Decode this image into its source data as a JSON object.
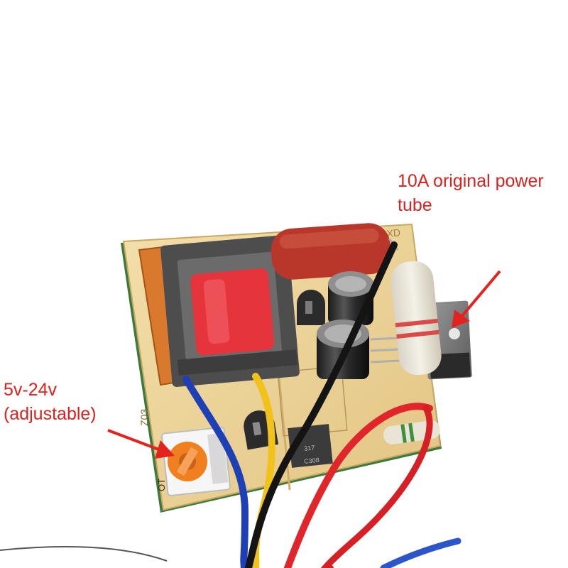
{
  "callouts": {
    "power_tube": {
      "line1": "10A original power",
      "line2": "tube"
    },
    "adjustable": {
      "line1": "5v-24v",
      "line2": "(adjustable)"
    }
  },
  "board_markings": {
    "silkscreen_top": "XD",
    "silkscreen_left": "Z03",
    "silkscreen_bottom": "OT",
    "chip_line1": "317",
    "chip_line2": "C308"
  },
  "colors": {
    "callout": "#d8231f",
    "board": "#ecd49a",
    "transformer_frame": "#4d4d4d",
    "transformer_bobbin": "#d9792e",
    "transformer_tape": "#e5343b",
    "film_capacitor": "#b8372a",
    "wire_blue": "#1f3fb5",
    "wire_yellow": "#f0c21a",
    "wire_black": "#141414",
    "wire_red": "#e0262b",
    "potentiometer": "#f07f1f"
  }
}
